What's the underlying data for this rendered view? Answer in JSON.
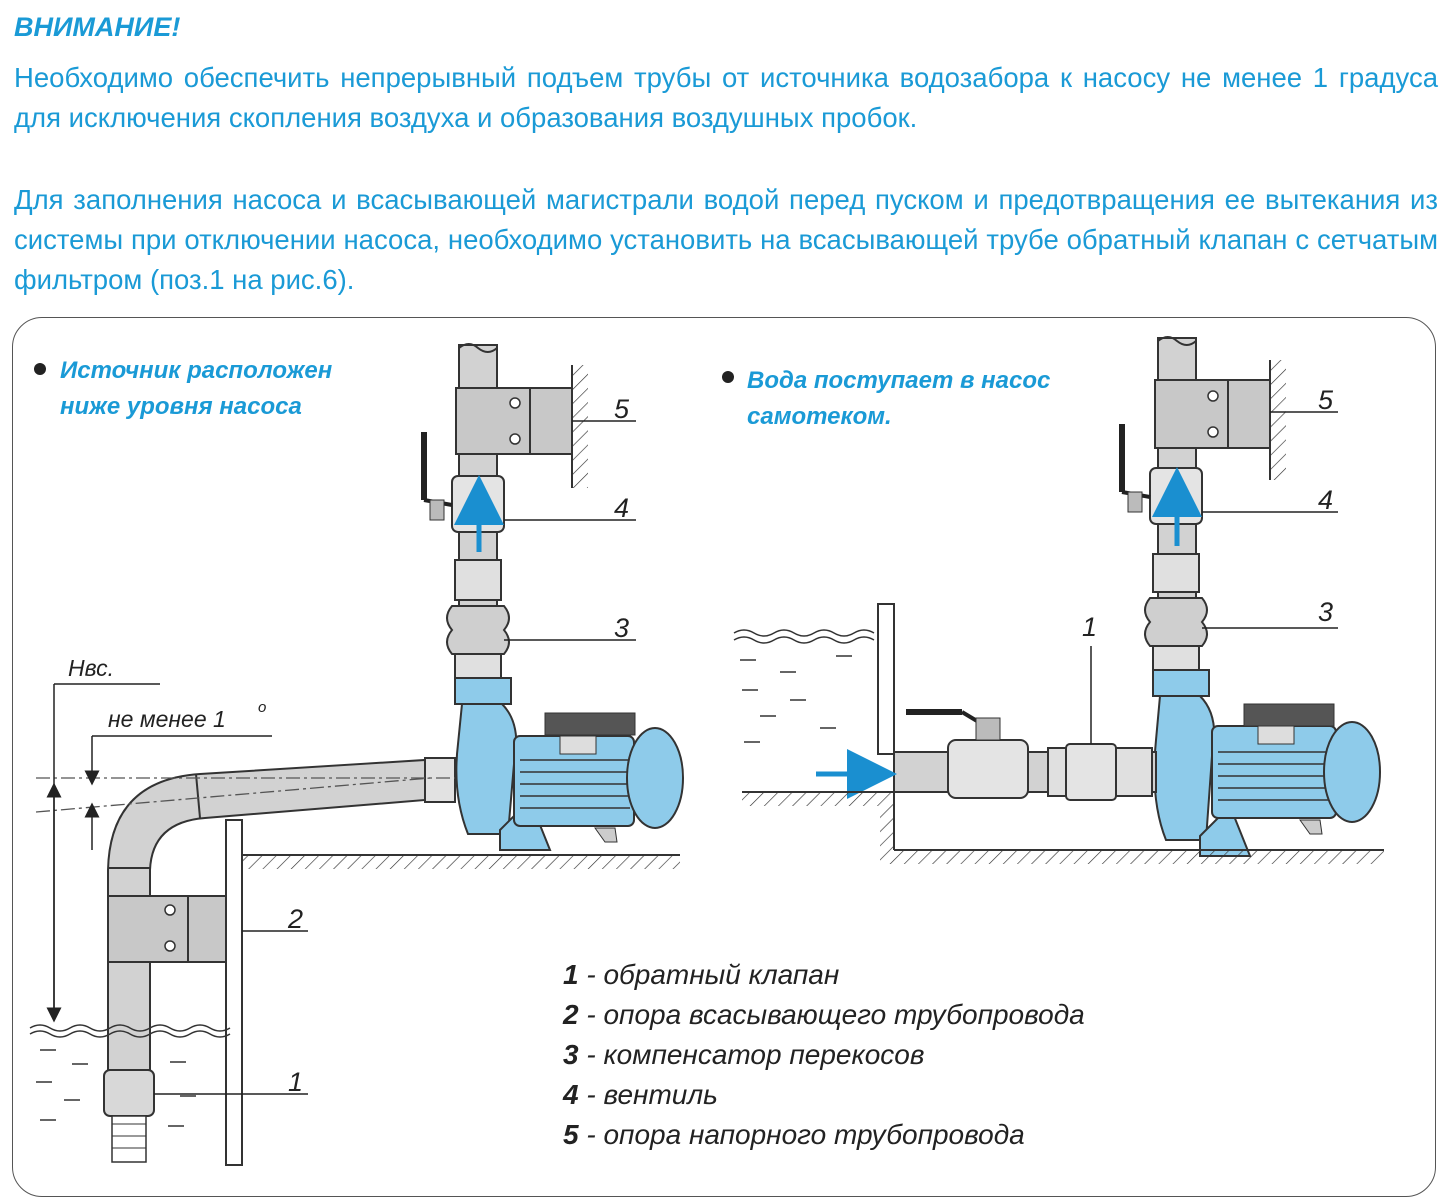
{
  "header": {
    "title": "ВНИМАНИЕ!",
    "paragraph1": "Необходимо обеспечить непрерывный подъем трубы от источника водозабора к насосу не менее 1 градуса для исключения скопления воздуха и образования воздушных пробок.",
    "paragraph2": "Для заполнения насоса и всасывающей магистрали водой перед пуском и предотвращения ее вытекания из системы при отключении насоса, необходимо установить на всасывающей трубе обратный клапан с сетчатым фильтром (поз.1  на рис.6)."
  },
  "diagram_left": {
    "bullet_line1": "Источник   расположен",
    "bullet_line2": "ниже уровня насоса",
    "hvs_label": "Нвс.",
    "angle_label": "не менее 1",
    "angle_unit": "o",
    "callouts": [
      "5",
      "4",
      "3",
      "2",
      "1"
    ]
  },
  "diagram_right": {
    "bullet_line1": "Вода поступает в насос",
    "bullet_line2": "самотеком.",
    "callouts": [
      "5",
      "4",
      "3",
      "1"
    ]
  },
  "legend": [
    {
      "num": "1",
      "text": " - обратный клапан"
    },
    {
      "num": "2",
      "text": " - опора всасывающего трубопровода"
    },
    {
      "num": "3",
      "text": " - компенсатор перекосов"
    },
    {
      "num": "4",
      "text": " - вентиль"
    },
    {
      "num": "5",
      "text": " - опора напорного трубопровода"
    }
  ],
  "colors": {
    "text_blue": "#1a9ad6",
    "pump_blue": "#8ecbea",
    "pipe_grey": "#d2d2d2",
    "arrow_blue": "#1a8fd0"
  }
}
